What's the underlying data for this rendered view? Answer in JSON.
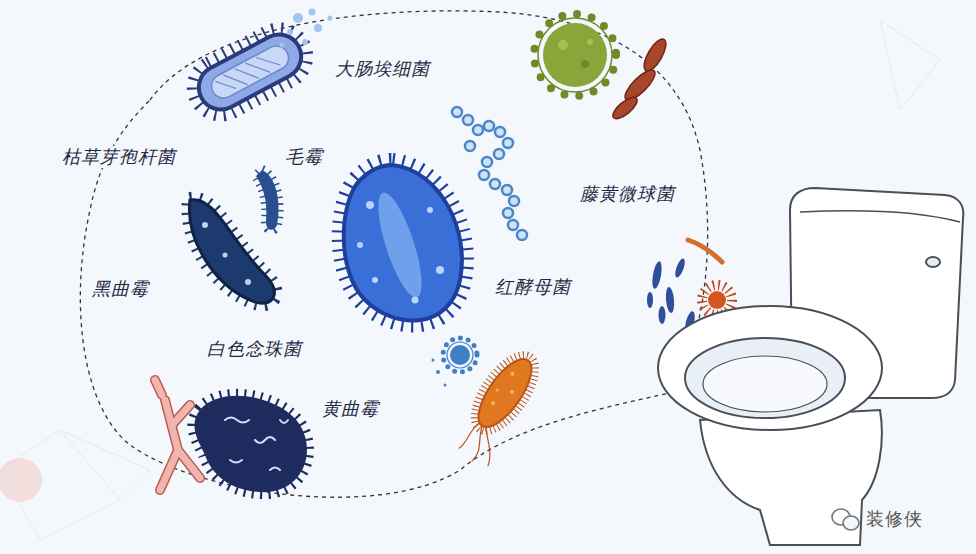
{
  "diagram": {
    "labels": [
      "大肠埃细菌",
      "枯草芽孢杆菌",
      "毛霉",
      "藤黄微球菌",
      "黑曲霉",
      "红酵母菌",
      "白色念珠菌",
      "黄曲霉",
      "装修侠"
    ]
  }
}
